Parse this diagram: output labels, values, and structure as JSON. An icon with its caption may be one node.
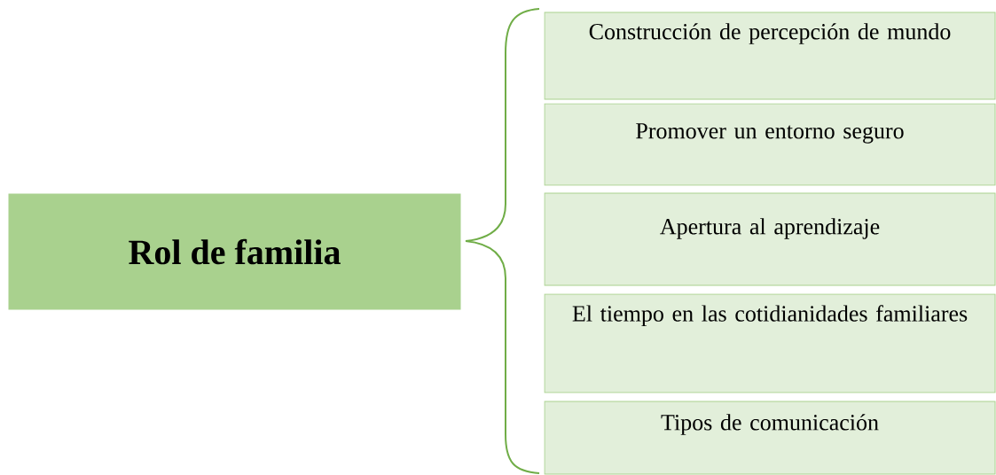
{
  "diagram": {
    "nodes": [
      {
        "text": [
          "Rol de familia"
        ]
      },
      {
        "text": [
          "Construcción de percepción de mundo"
        ]
      },
      {
        "text": [
          "Promover un entorno seguro"
        ]
      },
      {
        "text": [
          "Apertura al aprendizaje"
        ]
      },
      {
        "text": [
          "El tiempo en las cotidianidades familiares"
        ]
      },
      {
        "text": [
          "Tipos de comunicación"
        ]
      }
    ]
  }
}
